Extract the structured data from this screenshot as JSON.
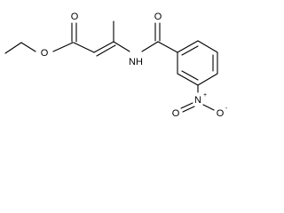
{
  "molecule": {
    "atoms": {
      "ester_carbonyl_o": "O",
      "ester_ether_o": "O",
      "amide_nh": "NH",
      "amide_carbonyl_o": "O",
      "nitro_n": "N",
      "nitro_n_charge": "+",
      "nitro_o_double": "O",
      "nitro_o_single": "O",
      "nitro_o_charge": "-"
    }
  }
}
